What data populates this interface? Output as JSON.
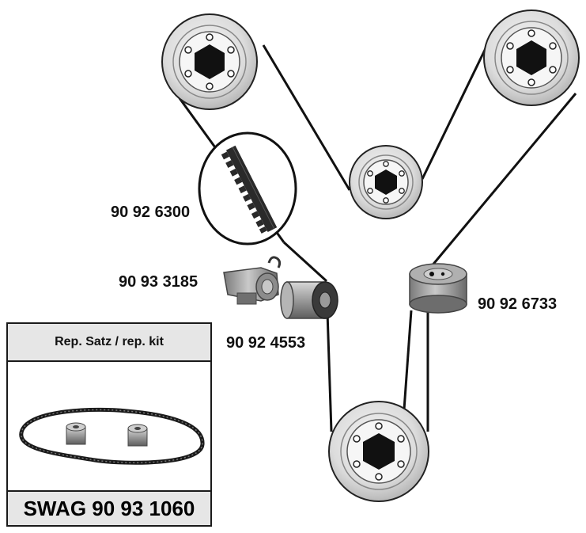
{
  "parts": {
    "belt": "90 92 6300",
    "tensioner_damper": "90 93 3185",
    "idler_pulley": "90 92 4553",
    "tensioner_pulley": "90 92 6733"
  },
  "kit": {
    "title": "Rep. Satz / rep. kit",
    "code": "SWAG 90 93 1060"
  },
  "icons": {
    "pulley": "toothed-pulley-icon",
    "belt_detail": "belt-teeth-detail-icon",
    "tensioner": "belt-tensioner-icon",
    "idler": "idler-roller-icon"
  }
}
